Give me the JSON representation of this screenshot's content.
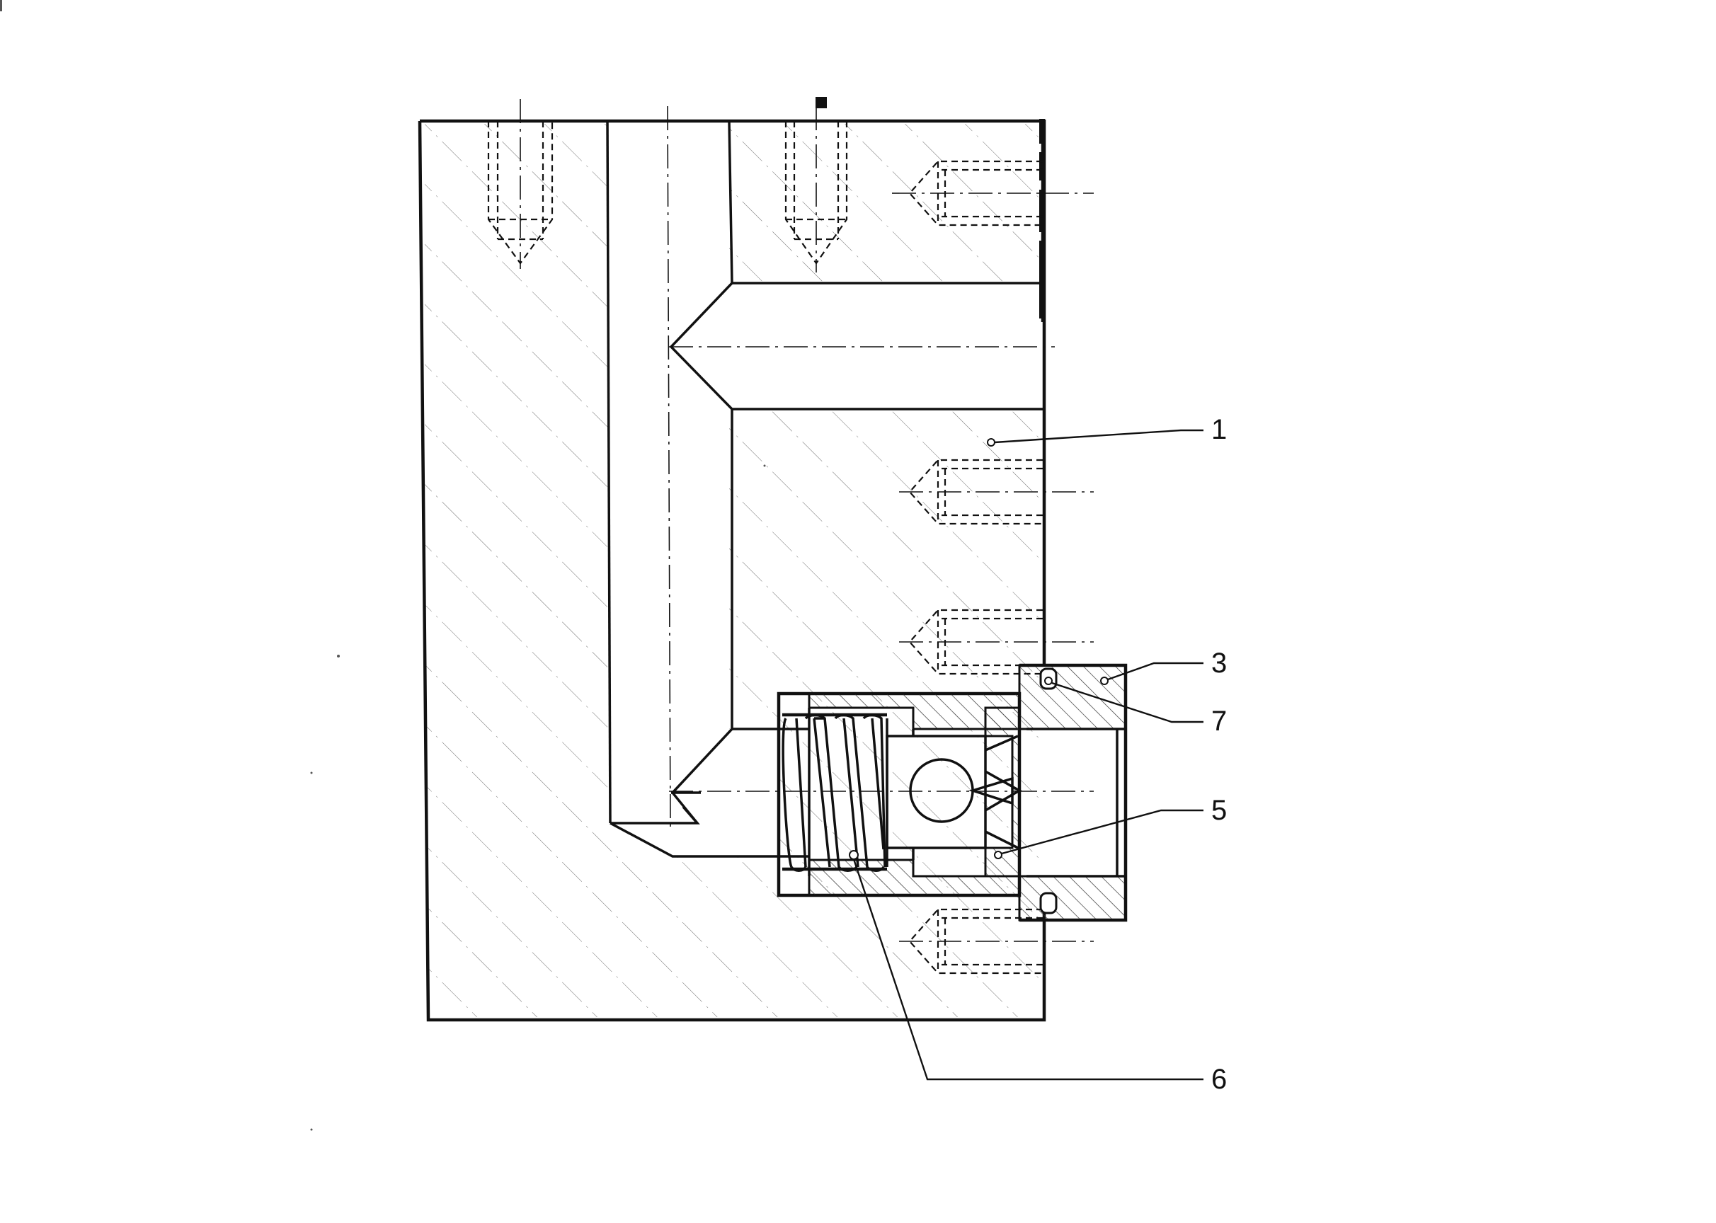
{
  "drawing": {
    "callouts": [
      {
        "label": "1"
      },
      {
        "label": "3"
      },
      {
        "label": "7"
      },
      {
        "label": "5"
      },
      {
        "label": "6"
      }
    ]
  }
}
